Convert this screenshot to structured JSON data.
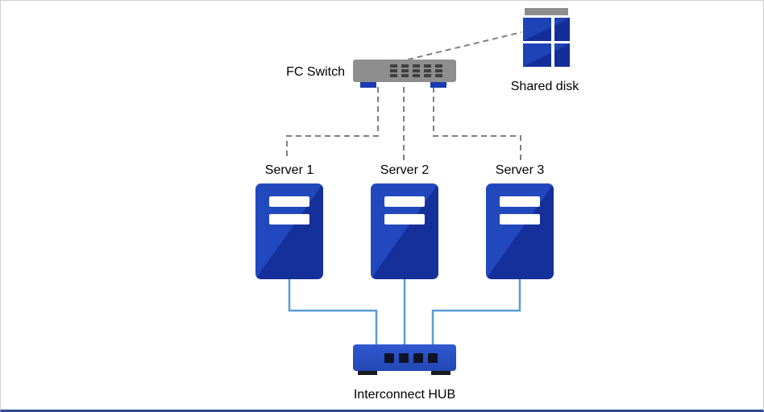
{
  "diagram": {
    "nodes": {
      "fc_switch": {
        "label": "FC Switch"
      },
      "shared_disk": {
        "label": "Shared disk"
      },
      "server1": {
        "label": "Server 1"
      },
      "server2": {
        "label": "Server 2"
      },
      "server3": {
        "label": "Server 3"
      },
      "hub": {
        "label": "Interconnect HUB"
      }
    },
    "connections": [
      {
        "from": "fc_switch",
        "to": "shared_disk",
        "style": "dashed"
      },
      {
        "from": "fc_switch",
        "to": "server1",
        "style": "dashed"
      },
      {
        "from": "fc_switch",
        "to": "server2",
        "style": "dashed"
      },
      {
        "from": "fc_switch",
        "to": "server3",
        "style": "dashed"
      },
      {
        "from": "server1",
        "to": "hub",
        "style": "solid"
      },
      {
        "from": "server2",
        "to": "hub",
        "style": "solid"
      },
      {
        "from": "server3",
        "to": "hub",
        "style": "solid"
      }
    ],
    "colors": {
      "server_blue_light": "#2148bd",
      "server_blue_dark": "#152f9b",
      "disk_blue": "#16339f",
      "hub_blue": "#2a52c8",
      "device_gray": "#8e8e8e",
      "port_dark": "#3f3f3f",
      "hub_port_dark": "#101226",
      "dashed_line_gray": "#7f7f7f",
      "solid_line_blue": "#5b9bd5",
      "label_text": "#000000",
      "background": "#ffffff",
      "border_gray": "#cfcfcf",
      "border_bottom_blue": "#2f4d8f"
    }
  }
}
